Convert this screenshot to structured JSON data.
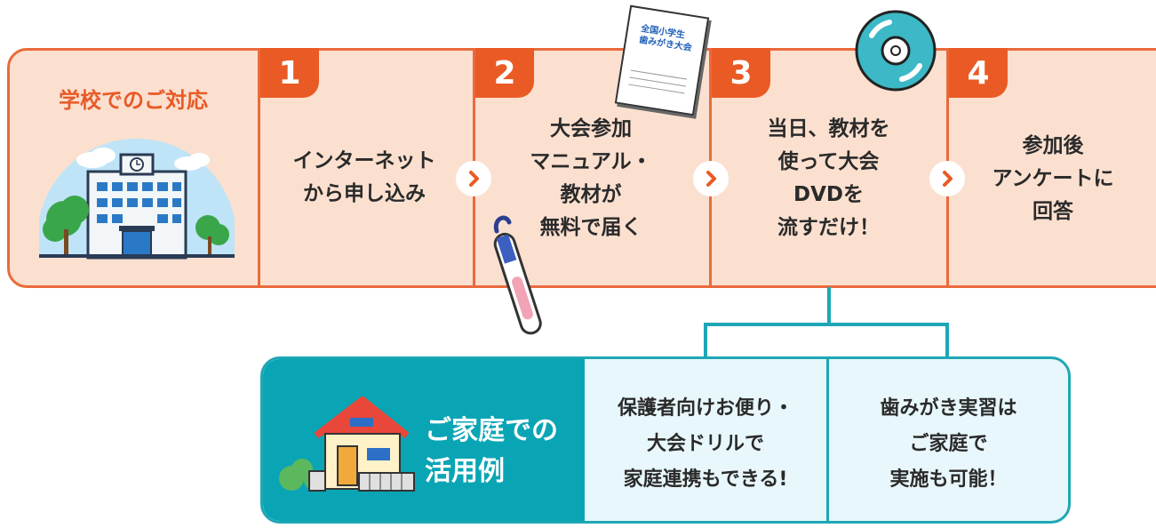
{
  "school": {
    "title": "学校でのご対応"
  },
  "steps": [
    {
      "number": "1",
      "text": "インターネット\nから申し込み"
    },
    {
      "number": "2",
      "text": "大会参加\nマニュアル・\n教材が\n無料で届く"
    },
    {
      "number": "3",
      "text": "当日、教材を\n使って大会\nDVDを\n流すだけ！"
    },
    {
      "number": "4",
      "text": "参加後\nアンケートに\n回答"
    }
  ],
  "manual": {
    "cover_text": "全国小学生\n歯みがき大会"
  },
  "home": {
    "title": "ご家庭での\n活用例",
    "items": [
      {
        "text": "保護者向けお便り・\n大会ドリルで\n家庭連携もできる!"
      },
      {
        "text": "歯みがき実習は\nご家庭で\n実施も可能！"
      }
    ]
  },
  "colors": {
    "orange": "#ea5a24",
    "peach": "#fbe0d0",
    "teal": "#0aa5b5",
    "light_blue": "#e8f7fb"
  }
}
